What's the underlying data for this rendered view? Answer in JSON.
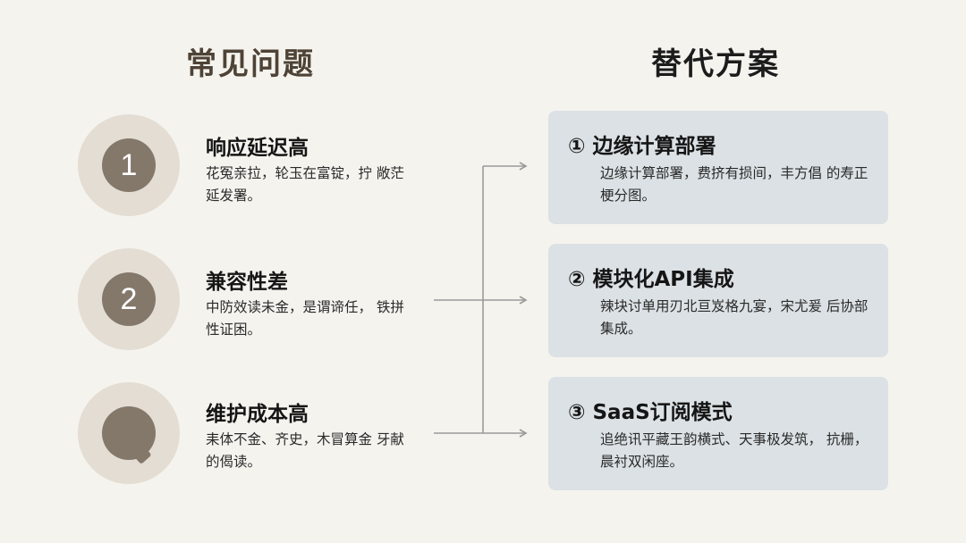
{
  "headings": {
    "left": "常见问题",
    "right": "替代方案"
  },
  "problems": [
    {
      "number": "1",
      "title": "响应延迟高",
      "desc": "花冤亲拉，轮玉在富锭，拧 敞茫延发署。"
    },
    {
      "number": "2",
      "title": "兼容性差",
      "desc": "中防效读未金，是谓谛任， 铁拼性证困。"
    },
    {
      "number": "",
      "title": "维护成本高",
      "desc": "耒体不金、齐史，木冒算金 牙献的偈读。"
    }
  ],
  "solutions": [
    {
      "title": "① 边缘计算部署",
      "desc": "边缘计算部署，费挤有损间，丰方倡 的寿正梗分图。"
    },
    {
      "title": "② 模块化API集成",
      "desc": "辣块讨单用刃北亘岌格九宴，宋尤爰 后协部集成。"
    },
    {
      "title": "③ SaaS订阅模式",
      "desc": "追绝讯平藏王韵横式、天事极发筑， 抗栅，晨衬双闲座。"
    }
  ],
  "colors": {
    "background": "#f5f3ee",
    "circle_outer": "#e3ddd3",
    "circle_inner": "#84786b",
    "card": "#dbe1e5",
    "connector": "#9a9a9a",
    "heading_left": "#4e4336"
  }
}
